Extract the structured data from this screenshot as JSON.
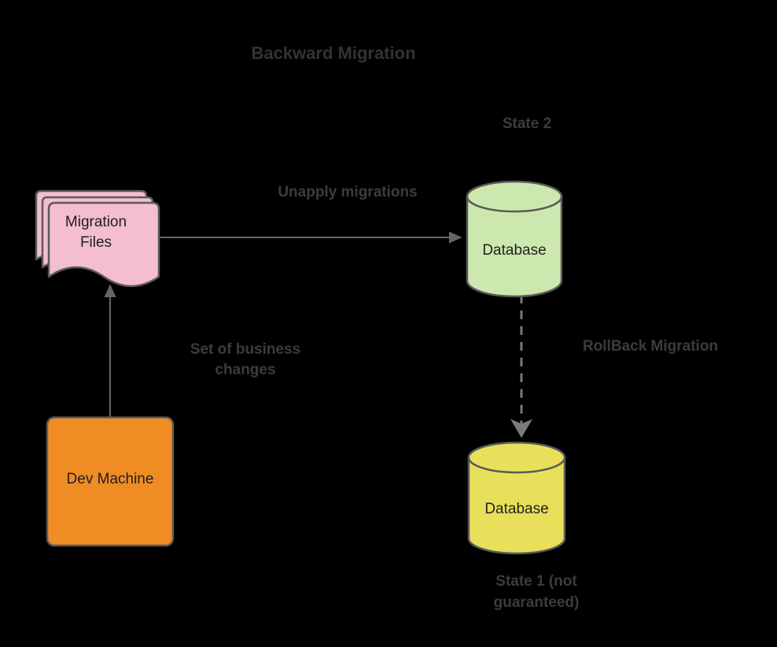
{
  "diagram": {
    "title": "Backward Migration",
    "background_color": "#000000",
    "stroke_color": "#5a5a5a",
    "label_color": "#3c3c3c",
    "nodes": {
      "migration_files": {
        "label_line1": "Migration",
        "label_line2": "Files",
        "shape": "stacked-document",
        "fill": "#f4bdd1"
      },
      "dev_machine": {
        "label": "Dev Machine",
        "shape": "rounded-rectangle",
        "fill": "#ef8c24"
      },
      "database_state2": {
        "label": "Database",
        "shape": "cylinder",
        "fill": "#cce8ae"
      },
      "database_state1": {
        "label": "Database",
        "shape": "cylinder",
        "fill": "#e8e05a"
      }
    },
    "labels": {
      "state2": "State 2",
      "state1_line1": "State 1 (not",
      "state1_line2": "guaranteed)",
      "unapply": "Unapply migrations",
      "business_changes_line1": "Set of business",
      "business_changes_line2": "changes",
      "rollback": "RollBack Migration"
    },
    "edges": [
      {
        "name": "migration-files-to-state2",
        "label": "Unapply migrations",
        "style": "solid",
        "direction": "right"
      },
      {
        "name": "dev-machine-to-migration-files",
        "label": "Set of business changes",
        "style": "solid",
        "direction": "up"
      },
      {
        "name": "state2-to-state1",
        "label": "RollBack Migration",
        "style": "dashed",
        "direction": "down"
      }
    ]
  }
}
